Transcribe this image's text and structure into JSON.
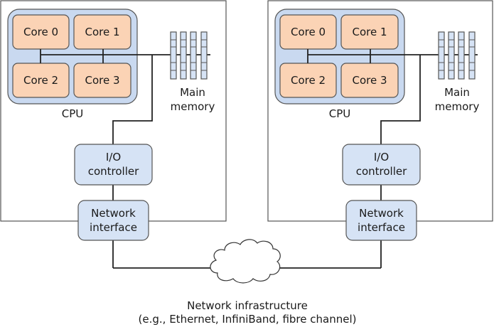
{
  "nodes": [
    {
      "cpu_label": "CPU",
      "cores": [
        "Core 0",
        "Core 1",
        "Core 2",
        "Core 3"
      ],
      "memory_label_line1": "Main",
      "memory_label_line2": "memory",
      "io_label_line1": "I/O",
      "io_label_line2": "controller",
      "nic_label_line1": "Network",
      "nic_label_line2": "interface"
    },
    {
      "cpu_label": "CPU",
      "cores": [
        "Core 0",
        "Core 1",
        "Core 2",
        "Core 3"
      ],
      "memory_label_line1": "Main",
      "memory_label_line2": "memory",
      "io_label_line1": "I/O",
      "io_label_line2": "controller",
      "nic_label_line1": "Network",
      "nic_label_line2": "interface"
    }
  ],
  "network": {
    "label_line1": "Network infrastructure",
    "label_line2": "(e.g., Ethernet, InfiniBand, fibre channel)"
  },
  "colors": {
    "cpu_fill": "#c9d9f0",
    "core_fill": "#fbd3b5",
    "box_fill": "#d6e3f5",
    "stroke": "#333333"
  }
}
